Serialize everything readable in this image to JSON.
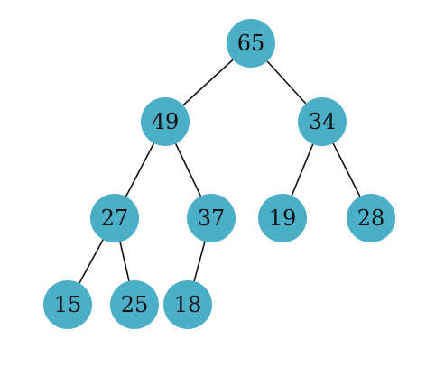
{
  "diagram": {
    "type": "binary-tree",
    "node_color": "#4bafc8",
    "edge_color": "#111111",
    "text_color": "#111111",
    "nodes": [
      {
        "id": "n65",
        "label": "65"
      },
      {
        "id": "n49",
        "label": "49"
      },
      {
        "id": "n34",
        "label": "34"
      },
      {
        "id": "n27",
        "label": "27"
      },
      {
        "id": "n37",
        "label": "37"
      },
      {
        "id": "n19",
        "label": "19"
      },
      {
        "id": "n28",
        "label": "28"
      },
      {
        "id": "n15",
        "label": "15"
      },
      {
        "id": "n25",
        "label": "25"
      },
      {
        "id": "n18",
        "label": "18"
      }
    ],
    "edges": [
      {
        "from": "n65",
        "to": "n49"
      },
      {
        "from": "n65",
        "to": "n34"
      },
      {
        "from": "n49",
        "to": "n27"
      },
      {
        "from": "n49",
        "to": "n37"
      },
      {
        "from": "n34",
        "to": "n19"
      },
      {
        "from": "n34",
        "to": "n28"
      },
      {
        "from": "n27",
        "to": "n15"
      },
      {
        "from": "n27",
        "to": "n25"
      },
      {
        "from": "n37",
        "to": "n18"
      }
    ]
  }
}
